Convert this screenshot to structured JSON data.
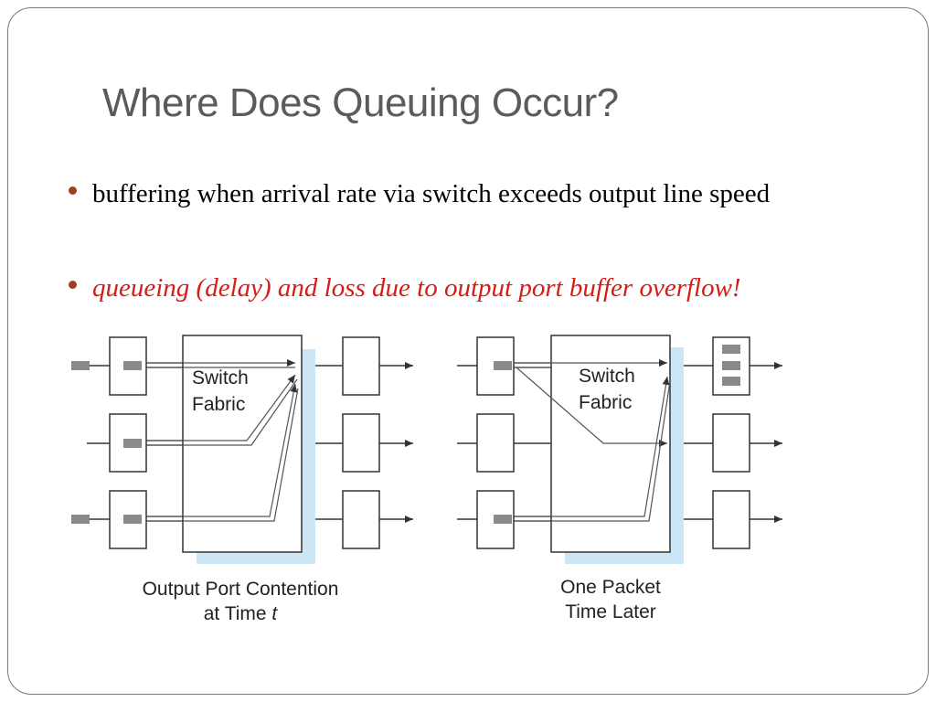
{
  "slide": {
    "title": "Where Does Queuing Occur?",
    "bullets": [
      {
        "text": "buffering when arrival rate via switch exceeds output line speed",
        "color": "#000000"
      },
      {
        "text": "queueing (delay) and loss due to output port buffer overflow!",
        "color": "#d81b14"
      }
    ]
  },
  "diagram": {
    "left_panel": {
      "fabric_label_line1": "Switch",
      "fabric_label_line2": "Fabric",
      "caption_line1": "Output Port Contention",
      "caption_line2_prefix": "at Time ",
      "caption_line2_var": "t"
    },
    "right_panel": {
      "fabric_label_line1": "Switch",
      "fabric_label_line2": "Fabric",
      "caption_line1": "One Packet",
      "caption_line2": "Time Later"
    },
    "colors": {
      "packet": "#8a8a8a",
      "fabric_shadow": "#cde6f5",
      "line": "#333333"
    }
  }
}
